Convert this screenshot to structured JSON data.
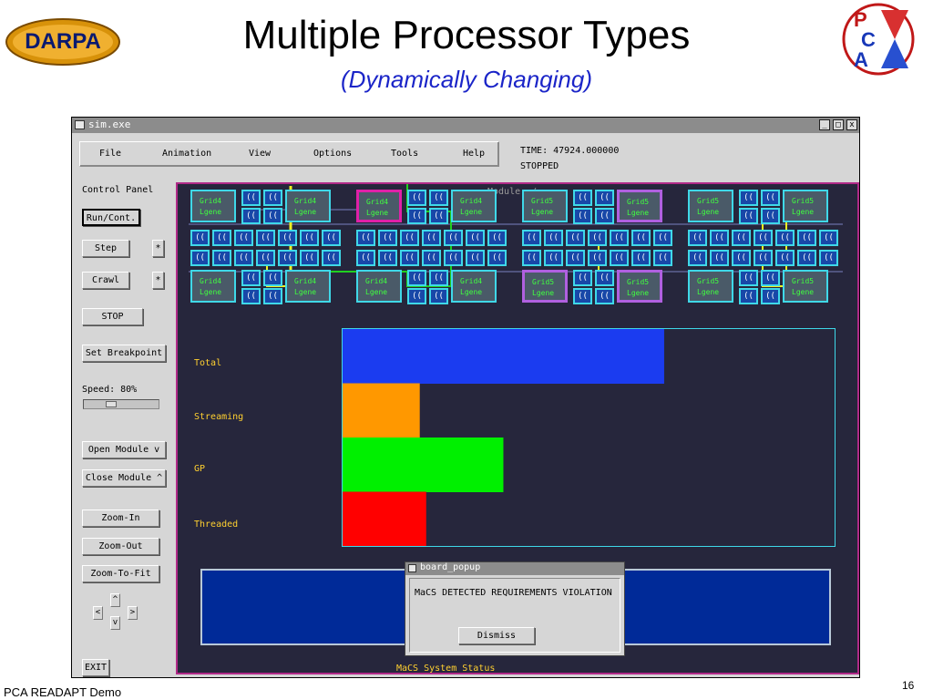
{
  "slide": {
    "title": "Multiple Processor Types",
    "subtitle": "(Dynamically Changing)",
    "logo_left": "DARPA",
    "logo_right_letters": [
      "P",
      "C",
      "A"
    ],
    "footer_left": "PCA READAPT Demo",
    "page_number": "16"
  },
  "window": {
    "title": "sim.exe",
    "buttons": [
      "_",
      "□",
      "x"
    ]
  },
  "menu": [
    "File",
    "Animation",
    "View",
    "Options",
    "Tools",
    "Help"
  ],
  "status": {
    "time": "TIME: 47924.000000",
    "state": "STOPPED"
  },
  "control_panel": {
    "title": "Control Panel",
    "run_cont": "Run/Cont.",
    "step": "Step",
    "step_toggle": "*",
    "crawl": "Crawl",
    "crawl_toggle": "*",
    "stop": "STOP",
    "set_breakpoint": "Set Breakpoint",
    "speed_label": "Speed: 80%",
    "speed_value": 0.8,
    "open_module": "Open Module  v",
    "close_module": "Close Module ^",
    "zoom_in": "Zoom-In",
    "zoom_out": "Zoom-Out",
    "zoom_to_fit": "Zoom-To-Fit",
    "pan_up": "^",
    "pan_left": "<",
    "pan_right": ">",
    "pan_down": "v",
    "exit": "EXIT"
  },
  "main_panel": {
    "module_label": "Module: /",
    "grid_tile_text": [
      "Grid4",
      "Lgene",
      "Grid5"
    ],
    "small_tile_glyph": "((",
    "status_title": "MaCS System Status"
  },
  "chart_data": {
    "type": "bar",
    "orientation": "horizontal",
    "categories": [
      "Total",
      "Streaming",
      "GP",
      "Threaded"
    ],
    "values": [
      100,
      24,
      50,
      26
    ],
    "xlim": [
      0,
      153
    ],
    "colors": [
      "#1b3cf0",
      "#ff9800",
      "#00f000",
      "#ff0000"
    ],
    "grid": false
  },
  "popup": {
    "title": "board_popup",
    "message": "MaCS DETECTED REQUIREMENTS VIOLATION",
    "dismiss": "Dismiss"
  },
  "colors": {
    "panel_bg": "#26263c",
    "panel_border": "#b02a88",
    "tile_border": "#3fd8e8",
    "highlight_magenta": "#e020a8",
    "highlight_purple": "#b060e0",
    "path_green": "#20d020",
    "path_yellow": "#f0f020",
    "status_blue": "#002a98"
  }
}
